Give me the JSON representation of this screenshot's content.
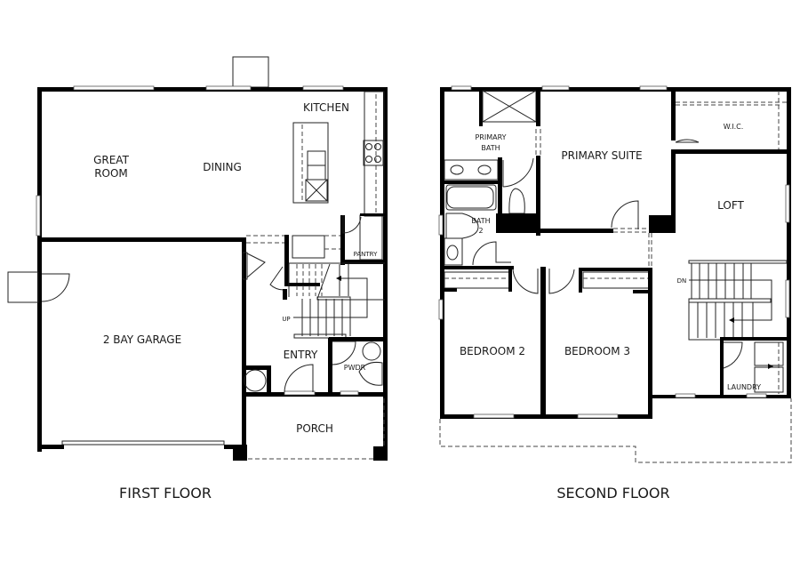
{
  "first_floor": {
    "title": "FIRST FLOOR",
    "rooms": {
      "kitchen": "KITCHEN",
      "great_room_line1": "GREAT",
      "great_room_line2": "ROOM",
      "dining": "DINING",
      "pantry": "PANTRY",
      "garage": "2 BAY GARAGE",
      "entry": "ENTRY",
      "powder": "PWDR",
      "porch": "PORCH",
      "stairs_up": "UP"
    }
  },
  "second_floor": {
    "title": "SECOND FLOOR",
    "rooms": {
      "primary_bath_line1": "PRIMARY",
      "primary_bath_line2": "BATH",
      "primary_suite": "PRIMARY SUITE",
      "wic": "W.I.C.",
      "loft": "LOFT",
      "bath2_line1": "BATH",
      "bath2_line2": "2",
      "bedroom2": "BEDROOM 2",
      "bedroom3": "BEDROOM 3",
      "laundry": "LAUNDRY",
      "stairs_down": "DN"
    }
  },
  "colors": {
    "wall": "#000000",
    "background": "#ffffff",
    "line": "#222222"
  }
}
